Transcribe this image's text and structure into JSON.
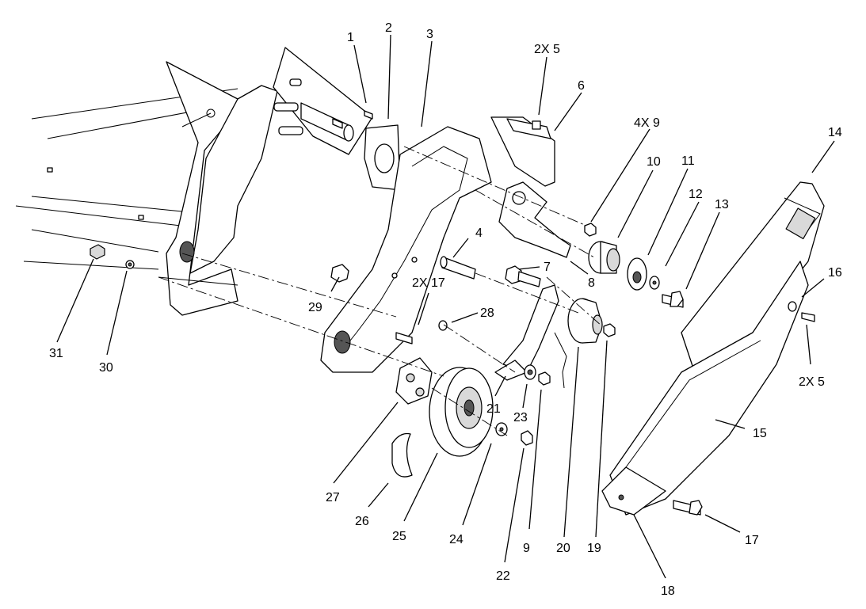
{
  "callouts": {
    "c1": "1",
    "c2": "2",
    "c3": "3",
    "c4": "4",
    "c2x5_top": "2X 5",
    "c6": "6",
    "c4x9": "4X 9",
    "c10": "10",
    "c11": "11",
    "c12": "12",
    "c13": "13",
    "c14": "14",
    "c7": "7",
    "c8": "8",
    "c2x17": "2X 17",
    "c28": "28",
    "c29": "29",
    "c16": "16",
    "c2x5_right": "2X 5",
    "c31": "31",
    "c30": "30",
    "c21": "21",
    "c23": "23",
    "c15": "15",
    "c27": "27",
    "c26": "26",
    "c25": "25",
    "c24": "24",
    "c9": "9",
    "c20": "20",
    "c19": "19",
    "c22": "22",
    "c17": "17",
    "c18": "18"
  }
}
